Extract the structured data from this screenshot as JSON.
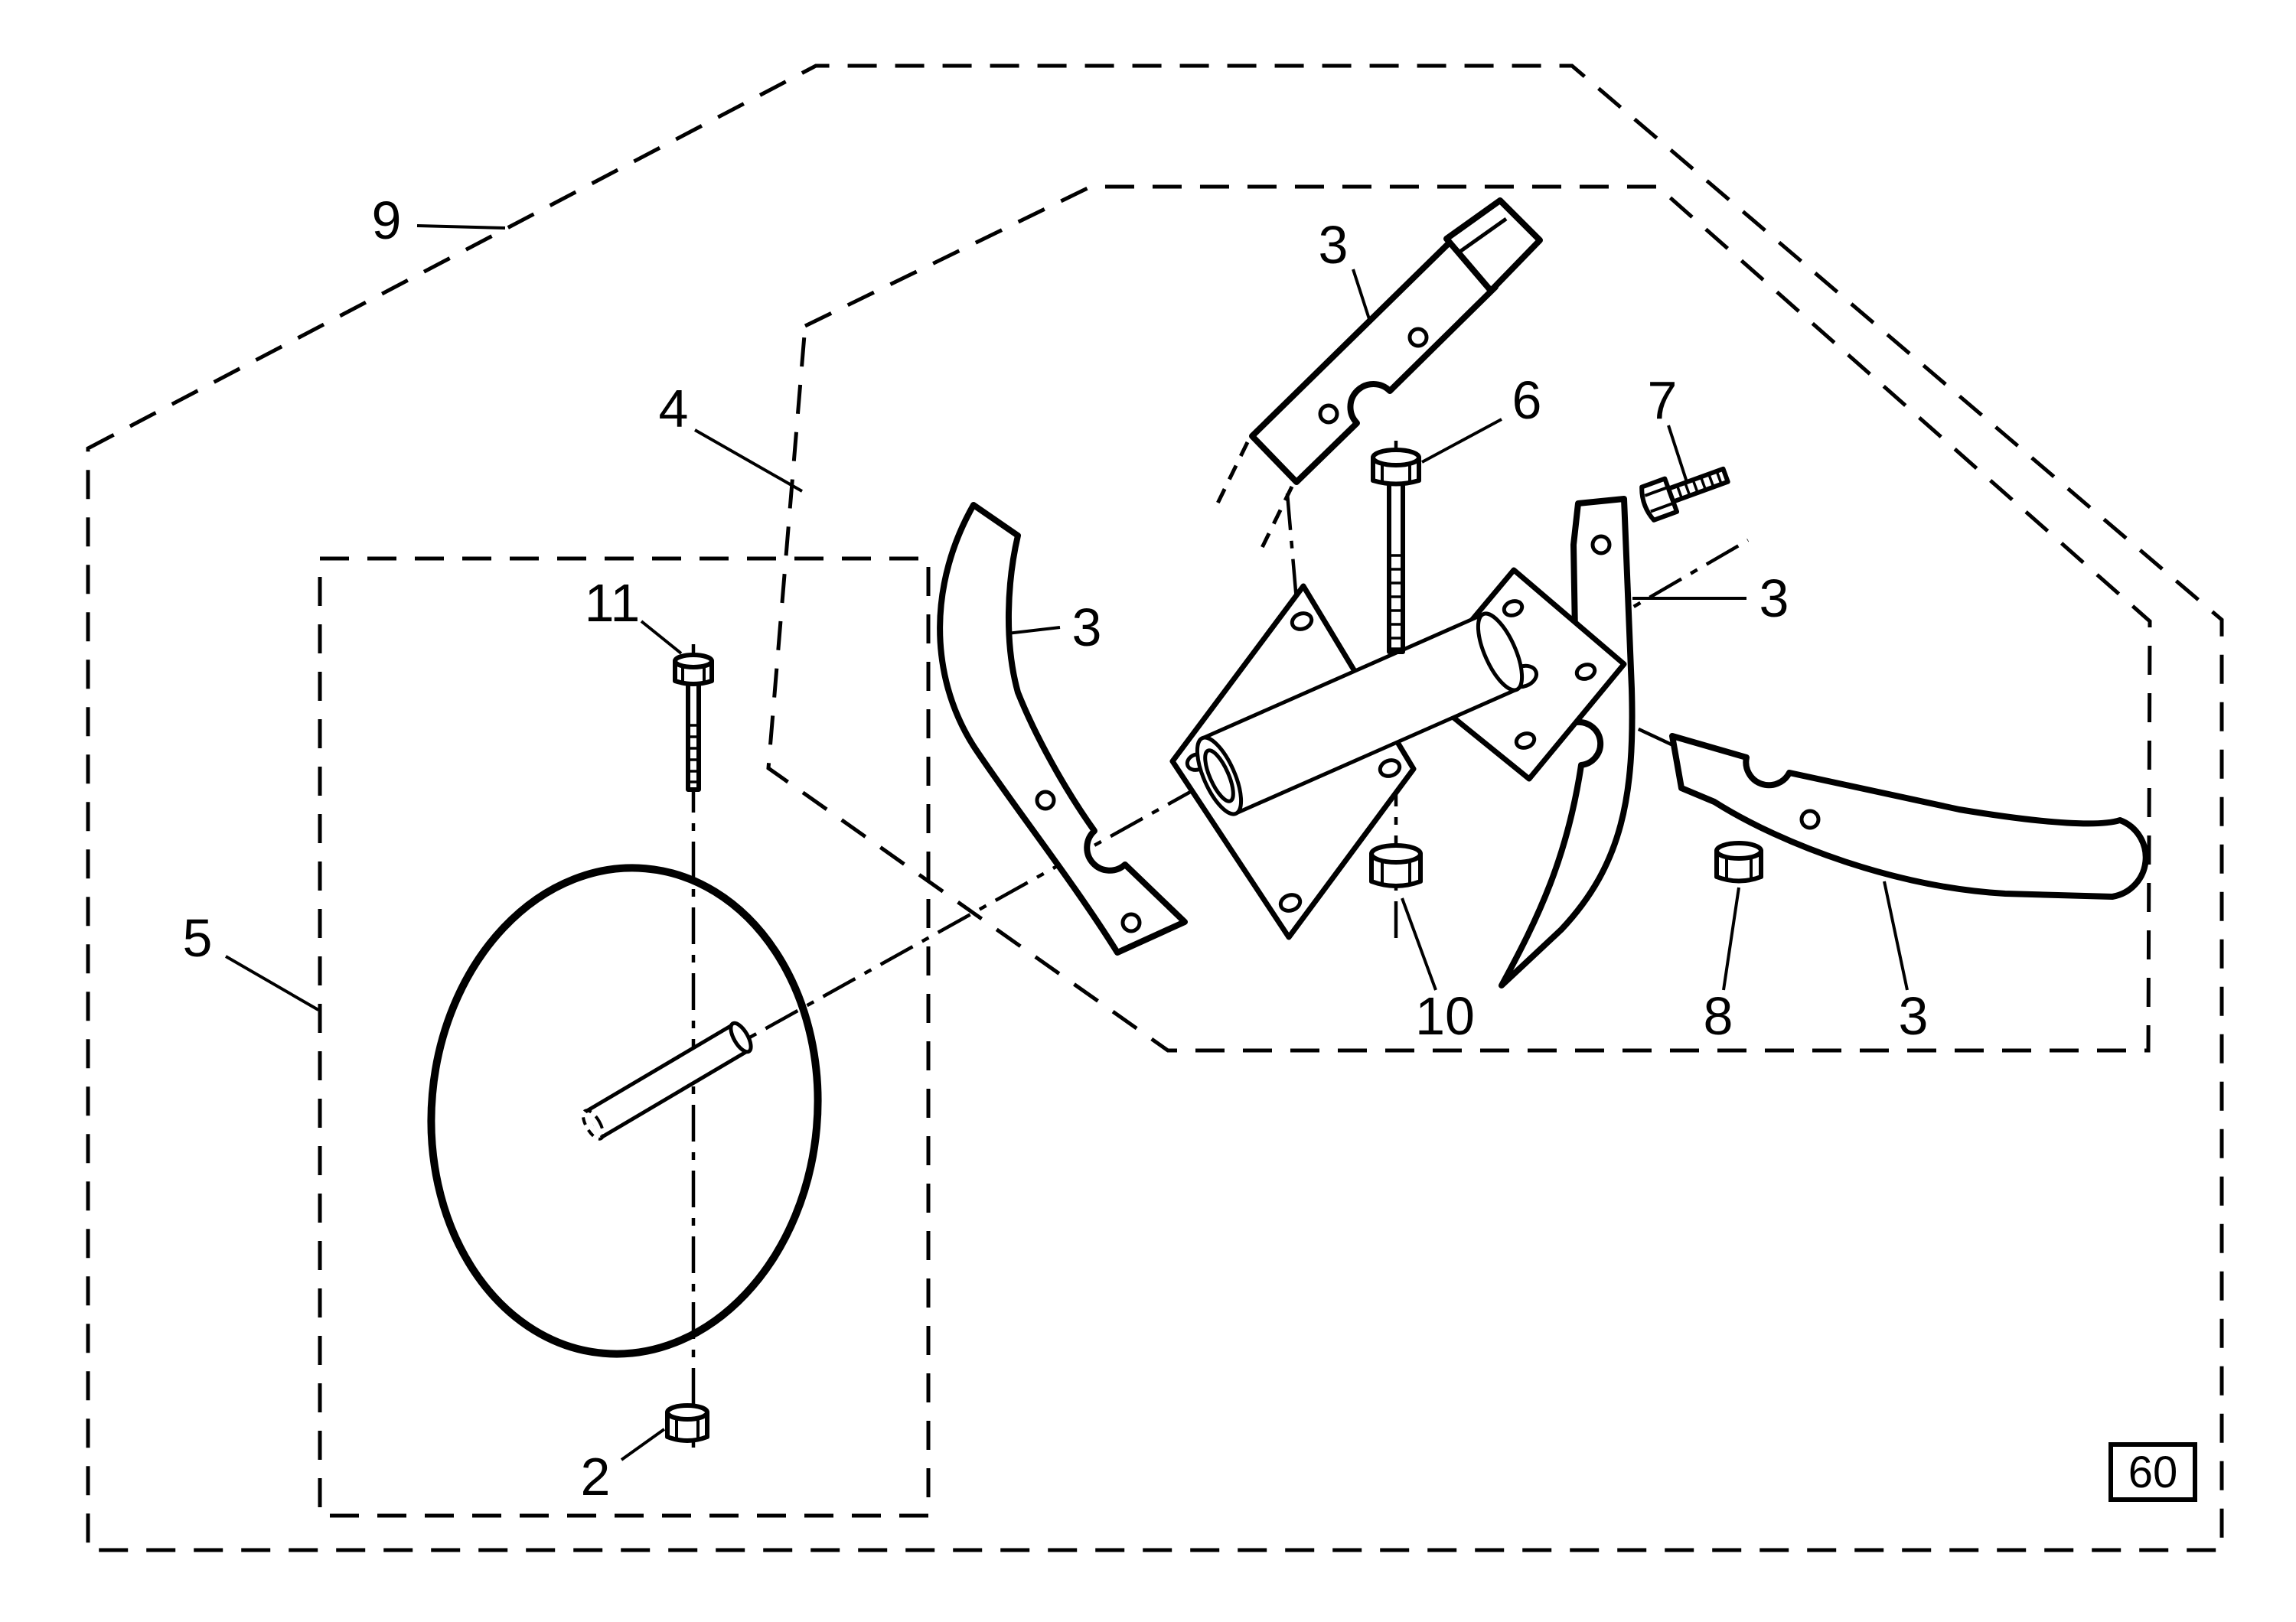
{
  "figure": {
    "page_badge": "60",
    "labels": {
      "part9": "9",
      "part4": "4",
      "part5": "5",
      "part11": "11",
      "part2": "2",
      "part3_top": "3",
      "part3_left": "3",
      "part3_right": "3",
      "part3_bottom": "3",
      "part6": "6",
      "part7": "7",
      "part10": "10",
      "part8": "8"
    }
  }
}
